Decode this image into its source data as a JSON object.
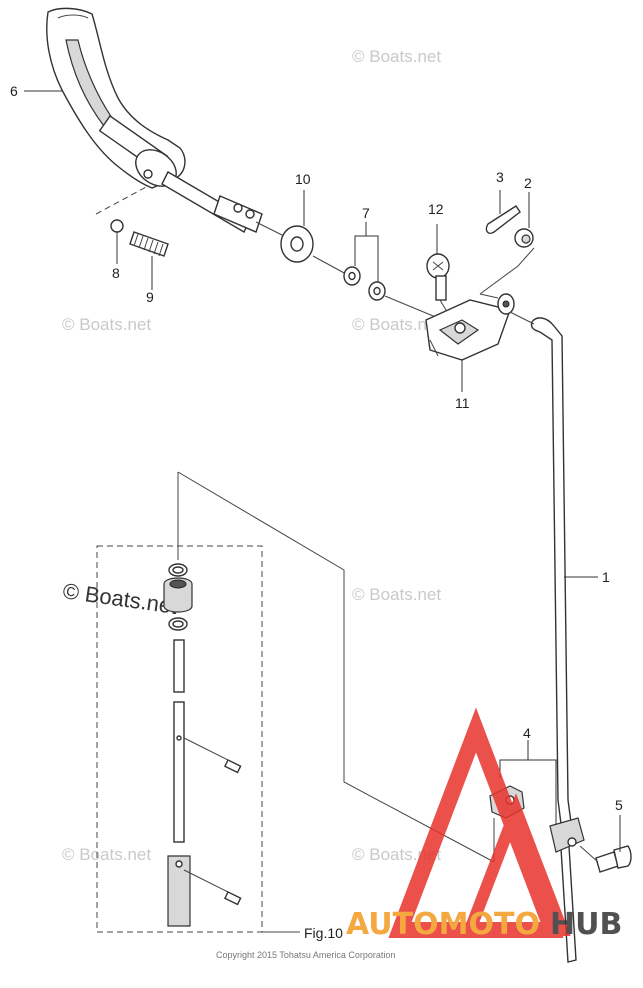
{
  "callouts": [
    {
      "id": "1",
      "text": "1"
    },
    {
      "id": "2",
      "text": "2"
    },
    {
      "id": "3",
      "text": "3"
    },
    {
      "id": "4",
      "text": "4"
    },
    {
      "id": "5",
      "text": "5"
    },
    {
      "id": "6",
      "text": "6"
    },
    {
      "id": "7",
      "text": "7"
    },
    {
      "id": "8",
      "text": "8"
    },
    {
      "id": "9",
      "text": "9"
    },
    {
      "id": "10",
      "text": "10"
    },
    {
      "id": "11",
      "text": "11"
    },
    {
      "id": "12",
      "text": "12"
    }
  ],
  "figure_ref": "Fig.10",
  "copyright": "Copyright 2015 Tohatsu America Corporation",
  "watermark": "© Boats.net",
  "logo": {
    "text_orange": "AUTOMOTO",
    "text_dark": "HUB",
    "color_red": "#e8322b",
    "color_orange": "#f39a1e",
    "color_dark": "#333333"
  }
}
